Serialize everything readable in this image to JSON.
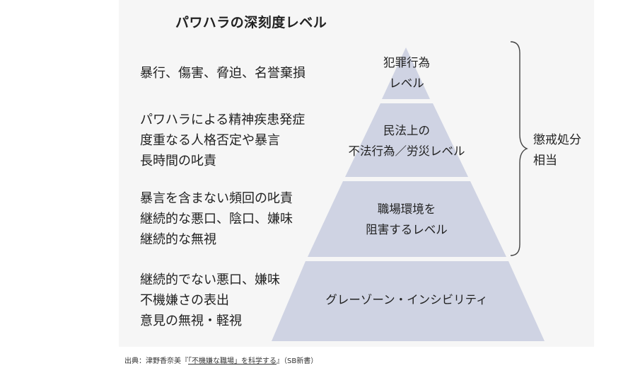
{
  "title": "パワハラの深刻度レベル",
  "levels": [
    {
      "label": "犯罪行為\nレベル",
      "description": "暴行、傷害、脅迫、名誉棄損"
    },
    {
      "label": "民法上の\n不法行為／労災レベル",
      "description": "パワハラによる精神疾患発症\n度重なる人格否定や暴言\n長時間の叱責"
    },
    {
      "label": "職場環境を\n阻害するレベル",
      "description": "暴言を含まない頻回の叱責\n継続的な悪口、陰口、嫌味\n継続的な無視"
    },
    {
      "label": "グレーゾーン・インシビリティ",
      "description": "継続的でない悪口、嫌味\n不機嫌さの表出\n意見の無視・軽視"
    }
  ],
  "bracket_label": "懲戒処分\n相当",
  "source": {
    "prefix": "出典：津野香奈美『",
    "title": "「不機嫌な職場」を科学する",
    "suffix": "』（SB新書）"
  },
  "colors": {
    "pyramid_fill": "#cfd3e3",
    "background_panel": "#f6f6f6",
    "text": "#222222",
    "bracket": "#444444"
  }
}
